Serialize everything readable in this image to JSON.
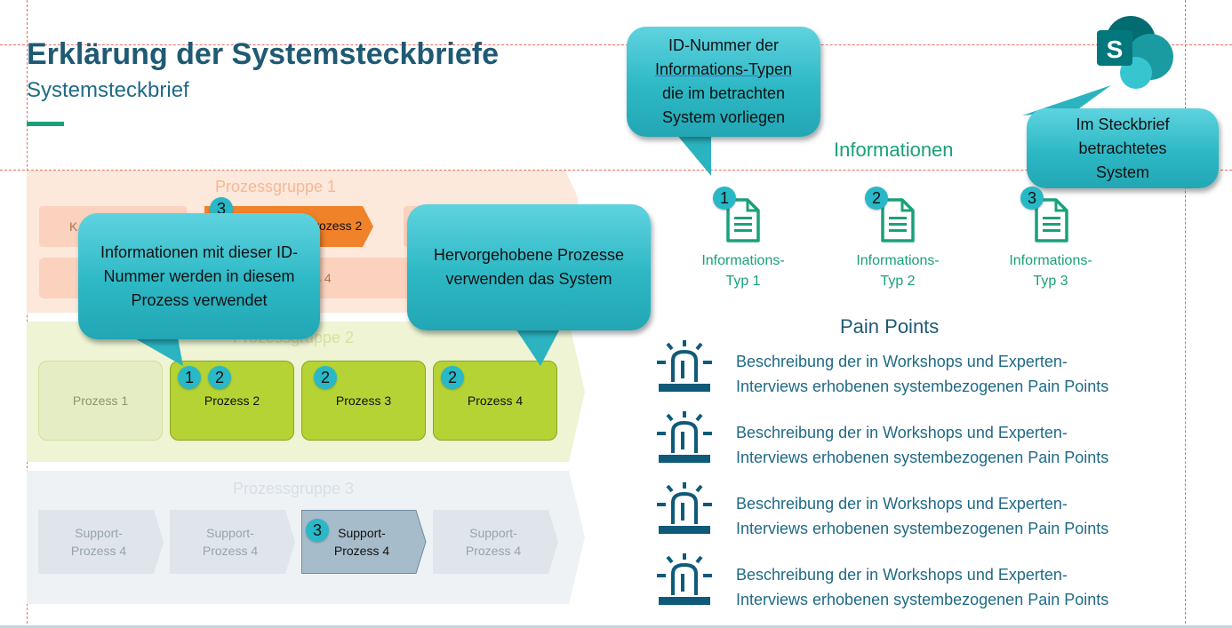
{
  "header": {
    "title": "Erklärung der Systemsteckbriefe",
    "subtitle": "Systemsteckbrief"
  },
  "groups": [
    {
      "label": "Prozessgruppe 1"
    },
    {
      "label": "Prozessgruppe 2"
    },
    {
      "label": "Prozessgruppe 3"
    }
  ],
  "group1": {
    "box1": "K",
    "box2": "Prozess 2",
    "row2": "s 4"
  },
  "group2": {
    "processes": [
      "Prozess 1",
      "Prozess 2",
      "Prozess 3",
      "Prozess 4"
    ]
  },
  "group3": {
    "processes": [
      "Support-\nProzess 4",
      "Support-\nProzess 4",
      "Support-\nProzess 4",
      "Support-\nProzess 4"
    ]
  },
  "badges": {
    "b1": "1",
    "b2": "2",
    "b3": "3"
  },
  "callouts": {
    "id_number_line1": "ID-Nummer der",
    "id_number_line2": "Informations-Typen",
    "id_number_line3": "die im betrachten",
    "id_number_line4": "System vorliegen",
    "steckbrief": "Im Steckbrief betrachtetes System",
    "info_process": "Informationen mit dieser ID-Nummer werden in diesem Prozess verwendet",
    "highlighted": "Hervorgehobene Prozesse verwenden das System"
  },
  "informationen": {
    "heading": "Informationen",
    "types": [
      {
        "line1": "Informations-",
        "line2": "Typ 1"
      },
      {
        "line1": "Informations-",
        "line2": "Typ 2"
      },
      {
        "line1": "Informations-",
        "line2": "Typ 3"
      }
    ]
  },
  "pain_points": {
    "heading": "Pain Points",
    "items": [
      {
        "line1": "Beschreibung der in Workshops und Experten-",
        "line2": "Interviews erhobenen systembezogenen Pain Points"
      },
      {
        "line1": "Beschreibung der in Workshops und Experten-",
        "line2": "Interviews erhobenen systembezogenen Pain Points"
      },
      {
        "line1": "Beschreibung der in Workshops und Experten-",
        "line2": "Interviews erhobenen systembezogenen Pain Points"
      },
      {
        "line1": "Beschreibung der in Workshops und Experten-",
        "line2": "Interviews erhobenen systembezogenen Pain Points"
      }
    ]
  },
  "logo": {
    "letter": "S"
  },
  "colors": {
    "teal": "#29b8c7",
    "green": "#1aa07a",
    "navy": "#1f5a74",
    "orange": "#f0822a",
    "lime": "#b5d334",
    "grey_blue": "#a7bccb"
  },
  "icons": [
    "document-icon",
    "alarm-light-icon",
    "sharepoint-logo"
  ]
}
